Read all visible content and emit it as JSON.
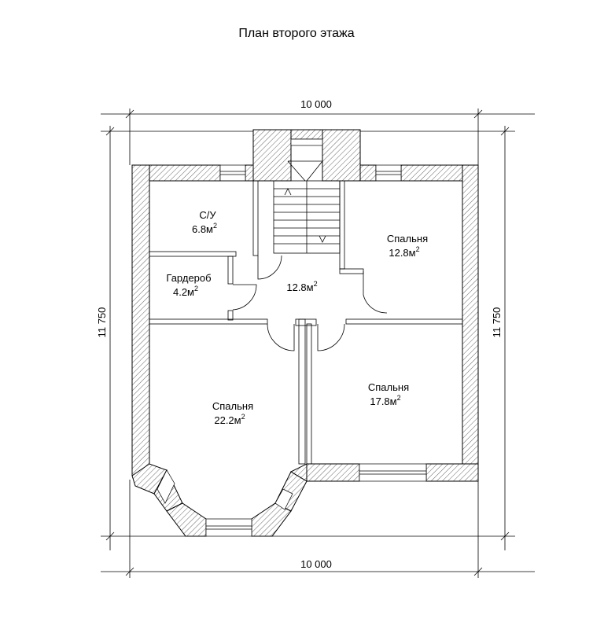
{
  "title": "План второго этажа",
  "dimensions": {
    "top": "10 000",
    "bottom": "10 000",
    "left": "11 750",
    "right": "11 750"
  },
  "rooms": {
    "bathroom": {
      "name": "С/У",
      "area": "6.8м",
      "sup": "2"
    },
    "wardrobe": {
      "name": "Гардероб",
      "area": "4.2м",
      "sup": "2"
    },
    "hall": {
      "area": "12.8м",
      "sup": "2"
    },
    "bedroom_ne": {
      "name": "Спальня",
      "area": "12.8м",
      "sup": "2"
    },
    "bedroom_sw": {
      "name": "Спальня",
      "area": "22.2м",
      "sup": "2"
    },
    "bedroom_se": {
      "name": "Спальня",
      "area": "17.8м",
      "sup": "2"
    }
  },
  "colors": {
    "line": "#000000",
    "background": "#ffffff"
  }
}
